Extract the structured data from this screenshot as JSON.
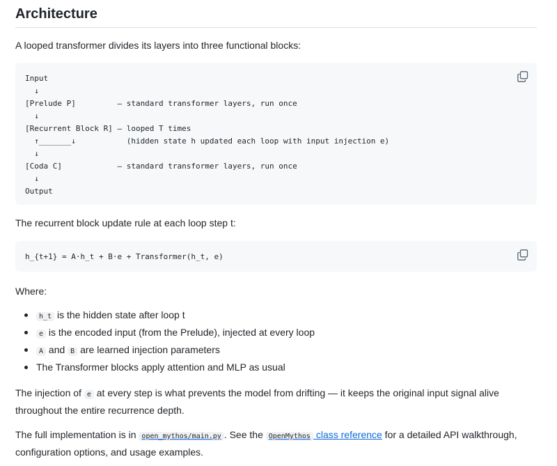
{
  "heading": "Architecture",
  "intro": "A looped transformer divides its layers into three functional blocks:",
  "diagram_lines": [
    "Input",
    "  ↓",
    "[Prelude P]         — standard transformer layers, run once",
    "  ↓",
    "[Recurrent Block R] — looped T times",
    "  ↑_______↓           (hidden state h updated each loop with input injection e)",
    "  ↓",
    "[Coda C]            — standard transformer layers, run once",
    "  ↓",
    "Output"
  ],
  "update_rule_intro": "The recurrent block update rule at each loop step t:",
  "formula": "h_{t+1} = A·h_t + B·e + Transformer(h_t, e)",
  "where_label": "Where:",
  "bullets": {
    "b1_code": "h_t",
    "b1_text": " is the hidden state after loop t",
    "b2_code": "e",
    "b2_text": " is the encoded input (from the Prelude), injected at every loop",
    "b3_code_a": "A",
    "b3_and": " and ",
    "b3_code_b": "B",
    "b3_text": " are learned injection parameters",
    "b4_text": "The Transformer blocks apply attention and MLP as usual"
  },
  "injection": {
    "pre": "The injection of ",
    "code": "e",
    "post": " at every step is what prevents the model from drifting — it keeps the original input signal alive throughout the entire recurrence depth."
  },
  "implementation": {
    "pre": "The full implementation is in ",
    "file_code": "open_mythos/main.py",
    "mid": ". See the ",
    "class_code": "OpenMythos",
    "link_text": " class reference",
    "post": " for a detailed API walkthrough, configuration options, and usage examples."
  },
  "icons": {
    "copy": "copy-icon"
  }
}
